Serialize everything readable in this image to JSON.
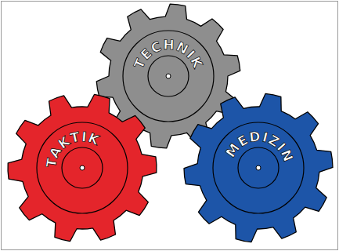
{
  "diagram": {
    "nodes": [
      {
        "text": [
          "TECHNIK"
        ]
      },
      {
        "text": [
          "TAKTIK"
        ]
      },
      {
        "text": [
          "MEDIZIN"
        ]
      }
    ]
  }
}
